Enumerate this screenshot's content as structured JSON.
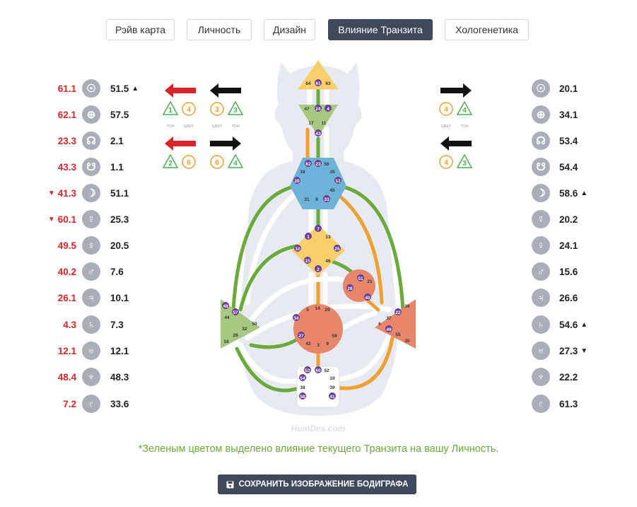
{
  "tabs": [
    {
      "label": "Рэйв карта",
      "active": false
    },
    {
      "label": "Личность",
      "active": false
    },
    {
      "label": "Дизайн",
      "active": false
    },
    {
      "label": "Влияние Транзита",
      "active": true
    },
    {
      "label": "Хологенетика",
      "active": false
    }
  ],
  "left_column": [
    {
      "design": "61.1",
      "design_mark": "",
      "planet": "sun-icon",
      "personality": "51.5",
      "personality_mark": "▲"
    },
    {
      "design": "62.1",
      "design_mark": "",
      "planet": "earth-icon",
      "personality": "57.5",
      "personality_mark": ""
    },
    {
      "design": "23.3",
      "design_mark": "",
      "planet": "north-node-icon",
      "personality": "2.1",
      "personality_mark": ""
    },
    {
      "design": "43.3",
      "design_mark": "",
      "planet": "south-node-icon",
      "personality": "1.1",
      "personality_mark": ""
    },
    {
      "design": "41.3",
      "design_mark": "▼",
      "planet": "moon-icon",
      "personality": "51.1",
      "personality_mark": ""
    },
    {
      "design": "60.1",
      "design_mark": "▼",
      "planet": "mercury-icon",
      "personality": "25.3",
      "personality_mark": ""
    },
    {
      "design": "49.5",
      "design_mark": "",
      "planet": "venus-icon",
      "personality": "20.5",
      "personality_mark": ""
    },
    {
      "design": "40.2",
      "design_mark": "",
      "planet": "mars-icon",
      "personality": "7.6",
      "personality_mark": ""
    },
    {
      "design": "26.1",
      "design_mark": "",
      "planet": "jupiter-icon",
      "personality": "10.1",
      "personality_mark": ""
    },
    {
      "design": "4.3",
      "design_mark": "",
      "planet": "saturn-icon",
      "personality": "7.3",
      "personality_mark": ""
    },
    {
      "design": "12.1",
      "design_mark": "",
      "planet": "uranus-icon",
      "personality": "12.1",
      "personality_mark": ""
    },
    {
      "design": "48.4",
      "design_mark": "",
      "planet": "neptune-icon",
      "personality": "48.3",
      "personality_mark": ""
    },
    {
      "design": "7.2",
      "design_mark": "",
      "planet": "pluto-icon",
      "personality": "33.6",
      "personality_mark": ""
    }
  ],
  "right_column": [
    {
      "planet": "sun-icon",
      "value": "20.1",
      "mark": ""
    },
    {
      "planet": "earth-icon",
      "value": "34.1",
      "mark": ""
    },
    {
      "planet": "north-node-icon",
      "value": "53.4",
      "mark": ""
    },
    {
      "planet": "south-node-icon",
      "value": "54.4",
      "mark": ""
    },
    {
      "planet": "moon-icon",
      "value": "58.6",
      "mark": "▲"
    },
    {
      "planet": "mercury-icon",
      "value": "20.2",
      "mark": ""
    },
    {
      "planet": "venus-icon",
      "value": "24.1",
      "mark": ""
    },
    {
      "planet": "mars-icon",
      "value": "15.6",
      "mark": ""
    },
    {
      "planet": "jupiter-icon",
      "value": "26.6",
      "mark": ""
    },
    {
      "planet": "saturn-icon",
      "value": "54.6",
      "mark": "▲"
    },
    {
      "planet": "uranus-icon",
      "value": "27.3",
      "mark": "▼"
    },
    {
      "planet": "neptune-icon",
      "value": "22.2",
      "mark": ""
    },
    {
      "planet": "pluto-icon",
      "value": "61.3",
      "mark": ""
    }
  ],
  "planet_glyphs": {
    "sun-icon": "☉",
    "earth-icon": "⊕",
    "north-node-icon": "☊",
    "south-node-icon": "☋",
    "moon-icon": "☽",
    "mercury-icon": "☿",
    "venus-icon": "♀",
    "mars-icon": "♂",
    "jupiter-icon": "♃",
    "saturn-icon": "♄",
    "uranus-icon": "♅",
    "neptune-icon": "♆",
    "pluto-icon": "♇"
  },
  "variables": {
    "top_left": {
      "arrow_color": "red",
      "tone": "1",
      "color": "4",
      "labels": [
        "ТОН",
        "ЦВЕТ"
      ]
    },
    "top_left2": {
      "arrow_color": "black",
      "color": "3",
      "tone": "3",
      "labels": [
        "ЦВЕТ",
        "ТОН"
      ]
    },
    "bottom_left": {
      "arrow_color": "red",
      "tone": "2",
      "color": "6"
    },
    "bottom_left2": {
      "arrow_color": "black",
      "color": "6",
      "tone": "4"
    },
    "top_right": {
      "arrow_color": "black",
      "color": "4",
      "tone": "4",
      "labels": [
        "ЦВЕТ",
        "ТОН"
      ]
    },
    "bottom_right": {
      "arrow_color": "black",
      "color": "4",
      "tone": "3"
    }
  },
  "bodygraph": {
    "watermark": "HumDes.com",
    "head_gates": [
      "64",
      "61",
      "63"
    ],
    "ajna_gates": [
      "47",
      "24",
      "4",
      "17",
      "11",
      "43"
    ],
    "throat_gates": [
      "62",
      "23",
      "56",
      "16",
      "35",
      "20",
      "12",
      "45",
      "31",
      "8",
      "33"
    ],
    "g_gates": [
      "7",
      "1",
      "13",
      "10",
      "25",
      "15",
      "46",
      "2"
    ],
    "heart_gates": [
      "51",
      "21",
      "26",
      "40"
    ],
    "spleen_gates": [
      "48",
      "57",
      "44",
      "50",
      "32",
      "28",
      "18"
    ],
    "sacral_gates": [
      "5",
      "14",
      "29",
      "34",
      "27",
      "59",
      "42",
      "3",
      "9"
    ],
    "solar_gates": [
      "36",
      "22",
      "37",
      "6",
      "49",
      "55",
      "30"
    ],
    "root_gates": [
      "53",
      "60",
      "52",
      "54",
      "19",
      "38",
      "39",
      "58",
      "41"
    ]
  },
  "note": "*Зеленым цветом выделено влияние текущего Транзита на вашу Личность.",
  "save_button": "СОХРАНИТЬ ИЗОБРАЖЕНИЕ БОДИГРАФА",
  "colors": {
    "accent": "#3e4a5c",
    "design_red": "#d9252a",
    "transit_green": "#6aaa3a",
    "orange": "#f0a030",
    "planet_grey": "#a9aeb8"
  }
}
